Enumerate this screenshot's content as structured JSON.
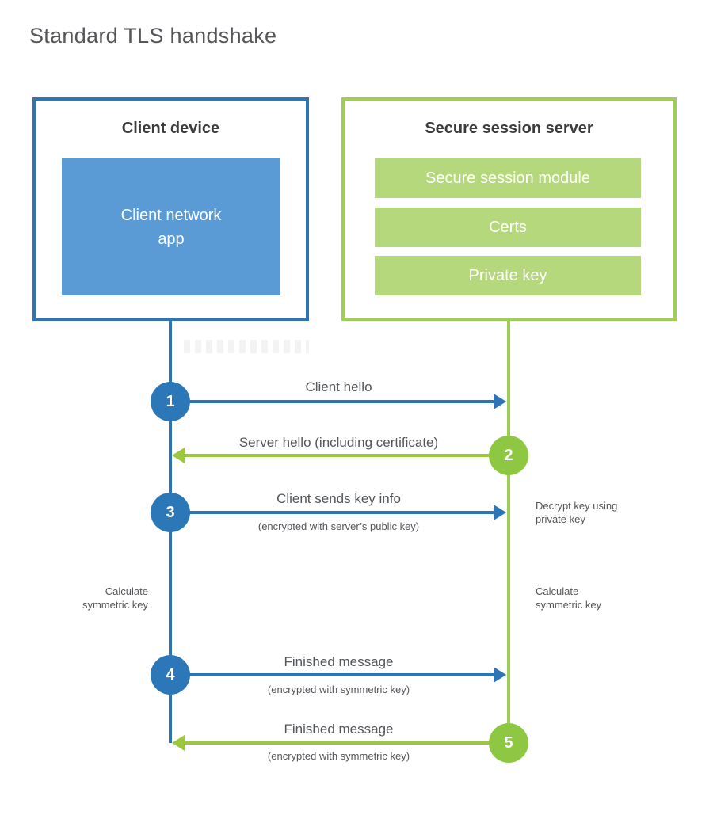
{
  "title": "Standard TLS handshake",
  "colors": {
    "client_blue": "#2e75b8",
    "client_fill_blue": "#5b9bd5",
    "server_green": "#a0cd55",
    "server_fill_green": "#b6d87c",
    "server_circle_green": "#8ec842",
    "label_gray": "#55565a"
  },
  "client": {
    "title": "Client device",
    "module": "Client network app"
  },
  "server": {
    "title": "Secure session server",
    "modules": [
      "Secure session module",
      "Certs",
      "Private key"
    ]
  },
  "flows": [
    {
      "step": "1",
      "from": "client",
      "to": "server",
      "label": "Client hello",
      "sublabel": ""
    },
    {
      "step": "2",
      "from": "server",
      "to": "client",
      "label": "Server hello (including certificate)",
      "sublabel": ""
    },
    {
      "step": "3",
      "from": "client",
      "to": "server",
      "label": "Client sends key info",
      "sublabel": "(encrypted with server’s public key)"
    },
    {
      "step": "4",
      "from": "client",
      "to": "server",
      "label": "Finished message",
      "sublabel": "(encrypted with symmetric key)"
    },
    {
      "step": "5",
      "from": "server",
      "to": "client",
      "label": "Finished message",
      "sublabel": "(encrypted with symmetric key)"
    }
  ],
  "notes": {
    "decrypt": "Decrypt key using private key",
    "calculate_left": "Calculate symmetric key",
    "calculate_right": "Calculate symmetric key"
  }
}
